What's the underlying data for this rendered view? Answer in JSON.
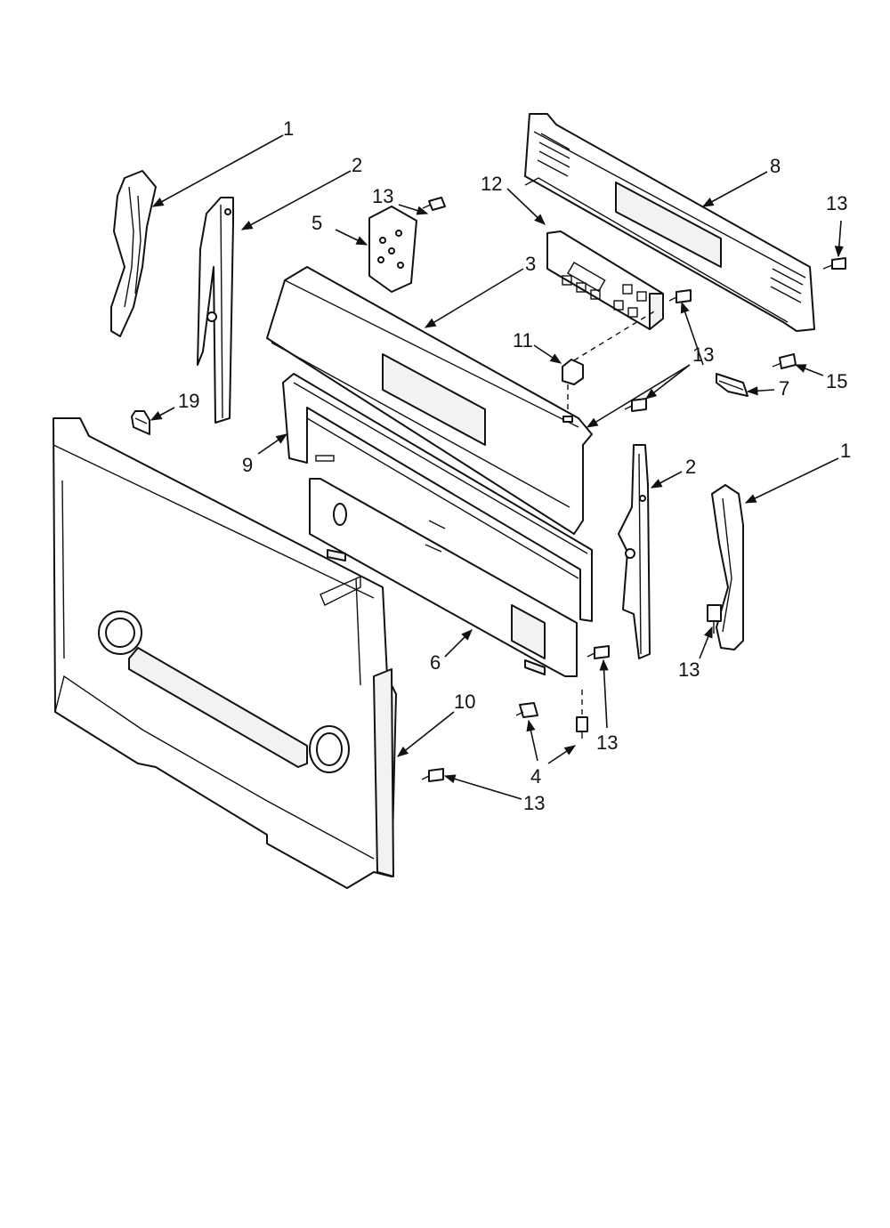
{
  "callouts": {
    "c1_left": "1",
    "c1_right": "1",
    "c2_left": "2",
    "c2_right": "2",
    "c3": "3",
    "c4": "4",
    "c5": "5",
    "c6": "6",
    "c7": "7",
    "c8": "8",
    "c9": "9",
    "c10": "10",
    "c11": "11",
    "c12": "12",
    "c13_top_center": "13",
    "c13_top_right": "13",
    "c13_right_mid": "13",
    "c13_right_lower": "13",
    "c13_lower_center": "13",
    "c13_bottom": "13",
    "c15": "15",
    "c19": "19"
  }
}
